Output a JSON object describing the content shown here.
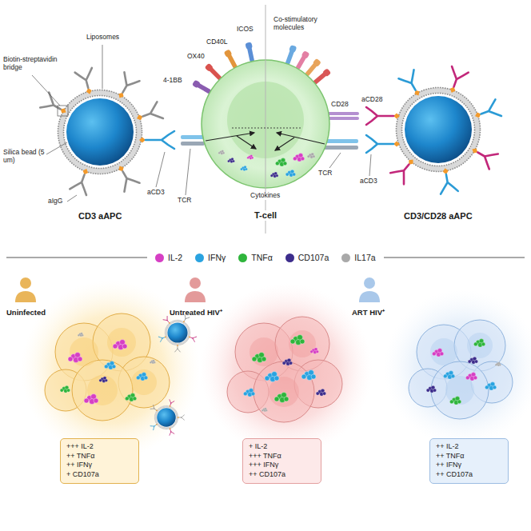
{
  "diagram": {
    "nodes": [
      {
        "text": [
          "+++ IL-2",
          "++ TNFα",
          "++ IFNγ",
          "+ CD107a"
        ]
      },
      {
        "text": [
          "+ IL-2",
          "+++ TNFα",
          "+++ IFNγ",
          "++ CD107a"
        ]
      },
      {
        "text": [
          "++ IL-2",
          "++ TNFα",
          "++ IFNγ",
          "++ CD107a"
        ]
      }
    ],
    "labels": [
      "Biotin-streptavidin bridge",
      "Liposomes",
      "Silica bead (5 um)",
      "aIgG",
      "aCD3",
      "TCR",
      "CD3 aAPC",
      "4-1BB",
      "OX40",
      "CD40L",
      "ICOS",
      "Co-stimulatory molecules",
      "Cytokines",
      "T-cell",
      "CD28",
      "aCD28",
      "TCR",
      "aCD3",
      "CD3/CD28 aAPC",
      "Uninfected",
      "Untreated HIV⁺",
      "ART HIV⁺"
    ],
    "legend": [
      {
        "text": "IL-2",
        "color": "#d63fc4"
      },
      {
        "text": "IFNγ",
        "color": "#2aa3e0"
      },
      {
        "text": "TNFα",
        "color": "#2fb53c"
      },
      {
        "text": "CD107a",
        "color": "#3d2d8c"
      },
      {
        "text": "IL17a",
        "color": "#a9a9a9"
      }
    ]
  }
}
